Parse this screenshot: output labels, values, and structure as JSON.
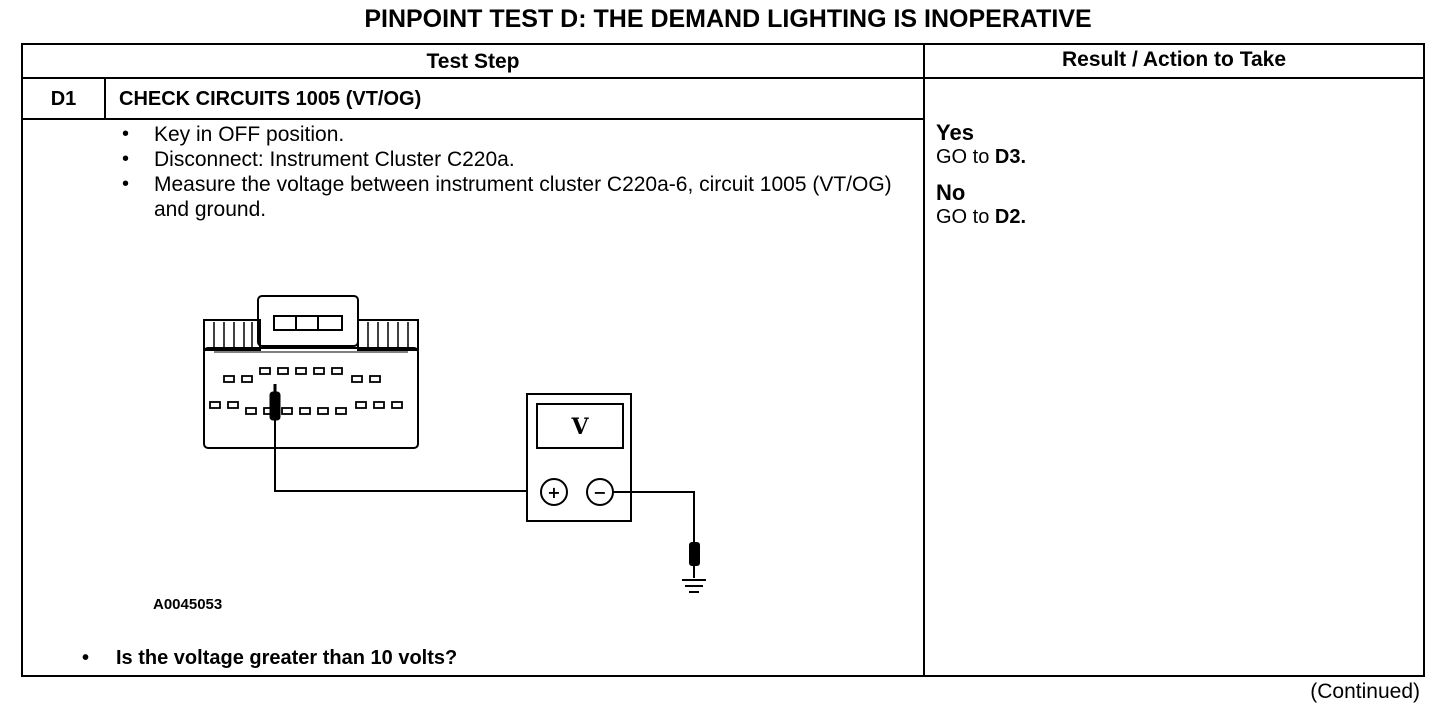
{
  "title": "PINPOINT TEST  D: THE DEMAND LIGHTING IS INOPERATIVE",
  "table": {
    "col_step": "Test Step",
    "col_result": "Result / Action to Take"
  },
  "step": {
    "id": "D1",
    "heading": "CHECK CIRCUITS 1005 (VT/OG)",
    "bullets": [
      "Key in OFF position.",
      "Disconnect: Instrument Cluster C220a.",
      "Measure the voltage between instrument cluster C220a-6, circuit 1005 (VT/OG) and ground."
    ],
    "question": "Is the voltage greater than 10 volts?"
  },
  "results": {
    "yes_label": "Yes",
    "yes_prefix": "GO to ",
    "yes_target": "D3.",
    "no_label": "No",
    "no_prefix": "GO to ",
    "no_target": "D2."
  },
  "figure": {
    "id": "A0045053",
    "meter_symbol": "V",
    "plus": "+",
    "minus": "−"
  },
  "footer": {
    "continued": "(Continued)"
  }
}
